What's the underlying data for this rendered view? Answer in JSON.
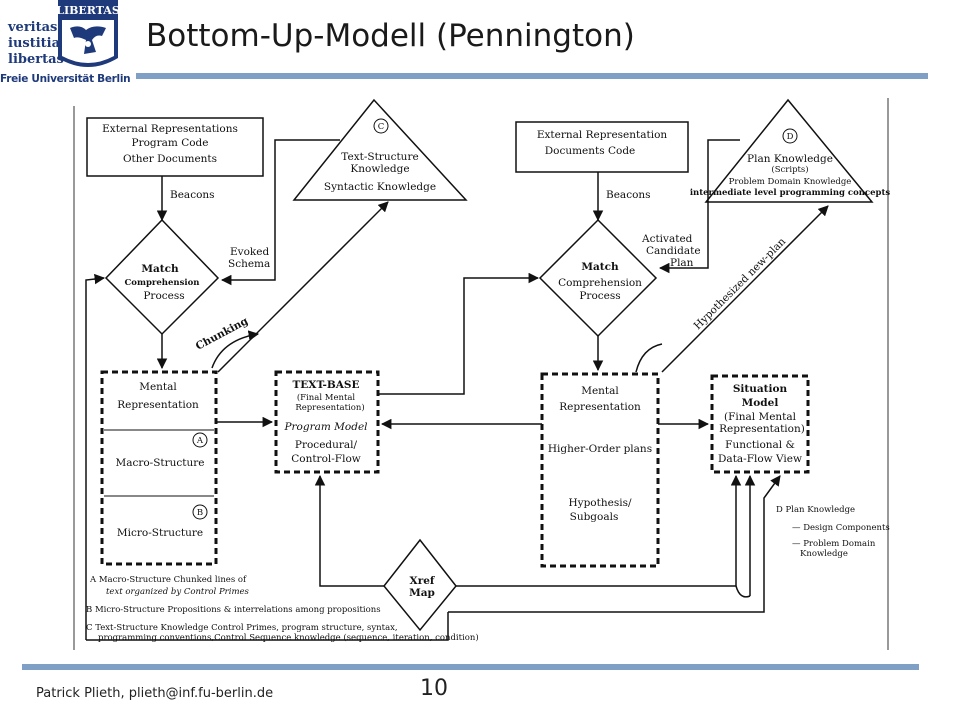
{
  "header": {
    "title": "Bottom-Up-Modell (Pennington)",
    "logo": {
      "words": [
        "veritas",
        "iustitia",
        "libertas"
      ],
      "university": "Freie Universität Berlin",
      "seal_text": "LIBERTAS"
    }
  },
  "footer": {
    "author": "Patrick Plieth, plieth@inf.fu-berlin.de",
    "page_number": "10"
  },
  "diagram": {
    "left": {
      "ext_rep": [
        "External Representations",
        "Program Code",
        "Other Documents"
      ],
      "beacons": "Beacons",
      "match": [
        "Match",
        "Comprehension",
        "Process"
      ],
      "evoked": [
        "Evoked",
        "Schema"
      ],
      "tri_c": {
        "letter": "C",
        "lines": [
          "Text-Structure",
          "Knowledge",
          "Syntactic Knowledge"
        ]
      },
      "chunking": "Chunking",
      "mental": [
        "Mental",
        "Representation"
      ],
      "macro": {
        "label": "Macro-Structure",
        "letter": "A"
      },
      "micro": {
        "label": "Micro-Structure",
        "letter": "B"
      }
    },
    "textbase": [
      "TEXT-BASE",
      "(Final Mental",
      "Representation)",
      "Program Model",
      "Procedural/",
      "Control-Flow"
    ],
    "right": {
      "ext_rep": [
        "External Representation",
        "Documents Code"
      ],
      "beacons": "Beacons",
      "activated": [
        "Activated",
        "Candidate",
        "Plan"
      ],
      "match": [
        "Match",
        "Comprehension",
        "Process"
      ],
      "tri_d": {
        "letter": "D",
        "lines": [
          "Plan Knowledge",
          "(Scripts)",
          "Problem Domain Knowledge",
          "intermediate level programming concepts"
        ]
      },
      "hypothesized": "Hypothesized new-plan",
      "mental": [
        "Mental",
        "Representation",
        "Higher-Order plans",
        "Hypothesis/",
        "Subgoals"
      ],
      "situation": [
        "Situation",
        "Model",
        "(Final Mental",
        "Representation)",
        "Functional &",
        "Data-Flow View"
      ]
    },
    "xref": [
      "Xref",
      "Map"
    ],
    "legend_right": [
      "D  Plan Knowledge",
      "— Design Components",
      "— Problem Domain",
      "Knowledge"
    ],
    "legend_bottom": [
      "A  Macro-Structure   Chunked lines of",
      "text organized by Control Primes",
      "B  Micro-Structure  Propositions & interrelations among propositions",
      "C  Text-Structure Knowledge  Control Primes, program structure, syntax,",
      "programming conventions,Control Sequence knowledge (sequence, iteration, condition)"
    ]
  }
}
